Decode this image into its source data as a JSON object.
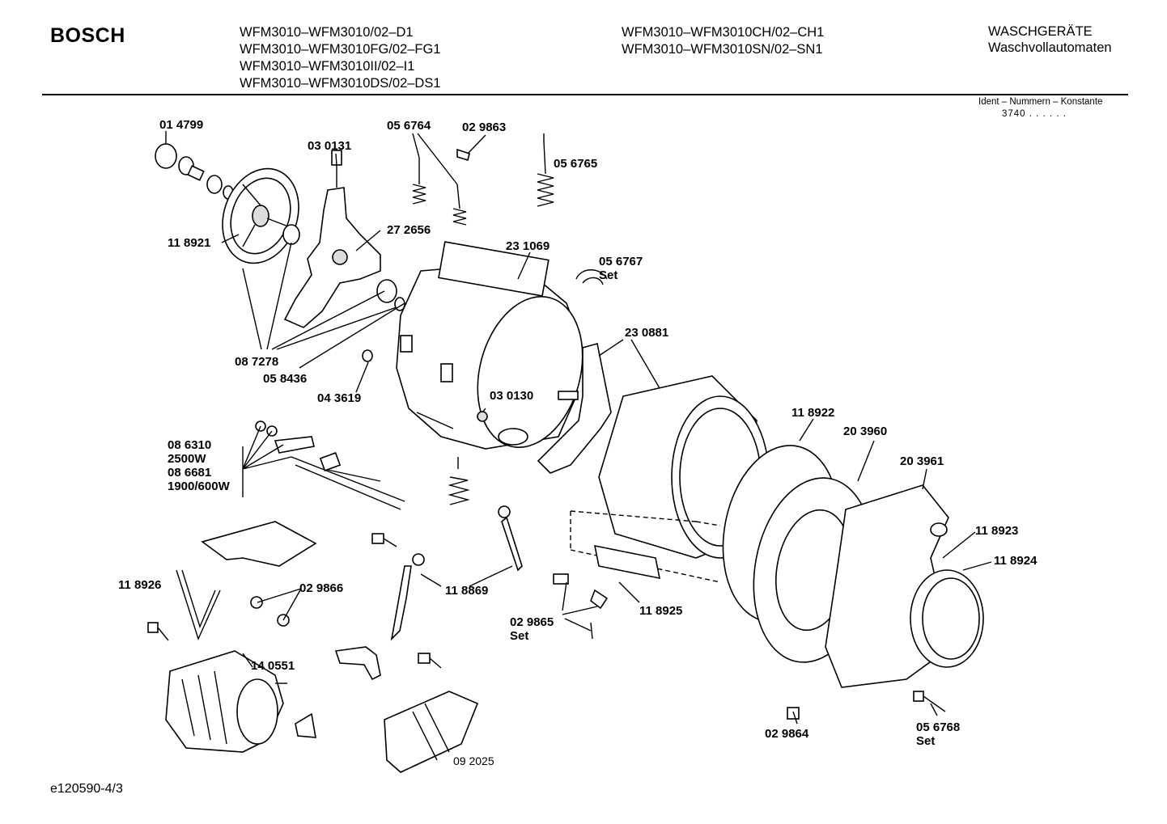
{
  "header": {
    "brand": "BOSCH",
    "models_left": [
      "WFM3010–WFM3010/02–D1",
      "WFM3010–WFM3010FG/02–FG1",
      "WFM3010–WFM3010II/02–I1",
      "WFM3010–WFM3010DS/02–DS1"
    ],
    "models_mid": [
      "WFM3010–WFM3010CH/02–CH1",
      "WFM3010–WFM3010SN/02–SN1"
    ],
    "category": "WASCHGERÄTE",
    "subcategory": "Waschvollautomaten",
    "ident_label": "Ident – Nummern – Konstante",
    "ident_value": "3740 . . . . . ."
  },
  "footer": {
    "doc_code": "e120590-4/3",
    "drawing_no": "09 2025"
  },
  "parts": [
    {
      "id": "p014799",
      "num": "01 4799"
    },
    {
      "id": "p030131",
      "num": "03 0131"
    },
    {
      "id": "p056764",
      "num": "05 6764"
    },
    {
      "id": "p029863",
      "num": "02 9863"
    },
    {
      "id": "p056765",
      "num": "05 6765"
    },
    {
      "id": "p118921",
      "num": "11 8921"
    },
    {
      "id": "p272656",
      "num": "27 2656"
    },
    {
      "id": "p231069",
      "num": "23 1069"
    },
    {
      "id": "p056767",
      "num": "05 6767",
      "suffix": "Set"
    },
    {
      "id": "p087278",
      "num": "08 7278"
    },
    {
      "id": "p058436",
      "num": "05 8436"
    },
    {
      "id": "p230881",
      "num": "23 0881"
    },
    {
      "id": "p043619",
      "num": "04 3619"
    },
    {
      "id": "p030130",
      "num": "03 0130"
    },
    {
      "id": "p118922",
      "num": "11 8922"
    },
    {
      "id": "p203960",
      "num": "20 3960"
    },
    {
      "id": "p203961",
      "num": "20 3961"
    },
    {
      "id": "p086310",
      "num": "08 6310",
      "suffix": "2500W"
    },
    {
      "id": "p086681",
      "num": "08 6681",
      "suffix": "1900/600W"
    },
    {
      "id": "p118923",
      "num": "11 8923"
    },
    {
      "id": "p118924",
      "num": "11 8924"
    },
    {
      "id": "p118926",
      "num": "11 8926"
    },
    {
      "id": "p029866",
      "num": "02 9866"
    },
    {
      "id": "p118869",
      "num": "11 8869"
    },
    {
      "id": "p118925",
      "num": "11 8925"
    },
    {
      "id": "p029865",
      "num": "02 9865",
      "suffix": "Set"
    },
    {
      "id": "p140551",
      "num": "14 0551"
    },
    {
      "id": "p029864",
      "num": "02 9864"
    },
    {
      "id": "p056768",
      "num": "05 6768",
      "suffix": "Set"
    }
  ]
}
